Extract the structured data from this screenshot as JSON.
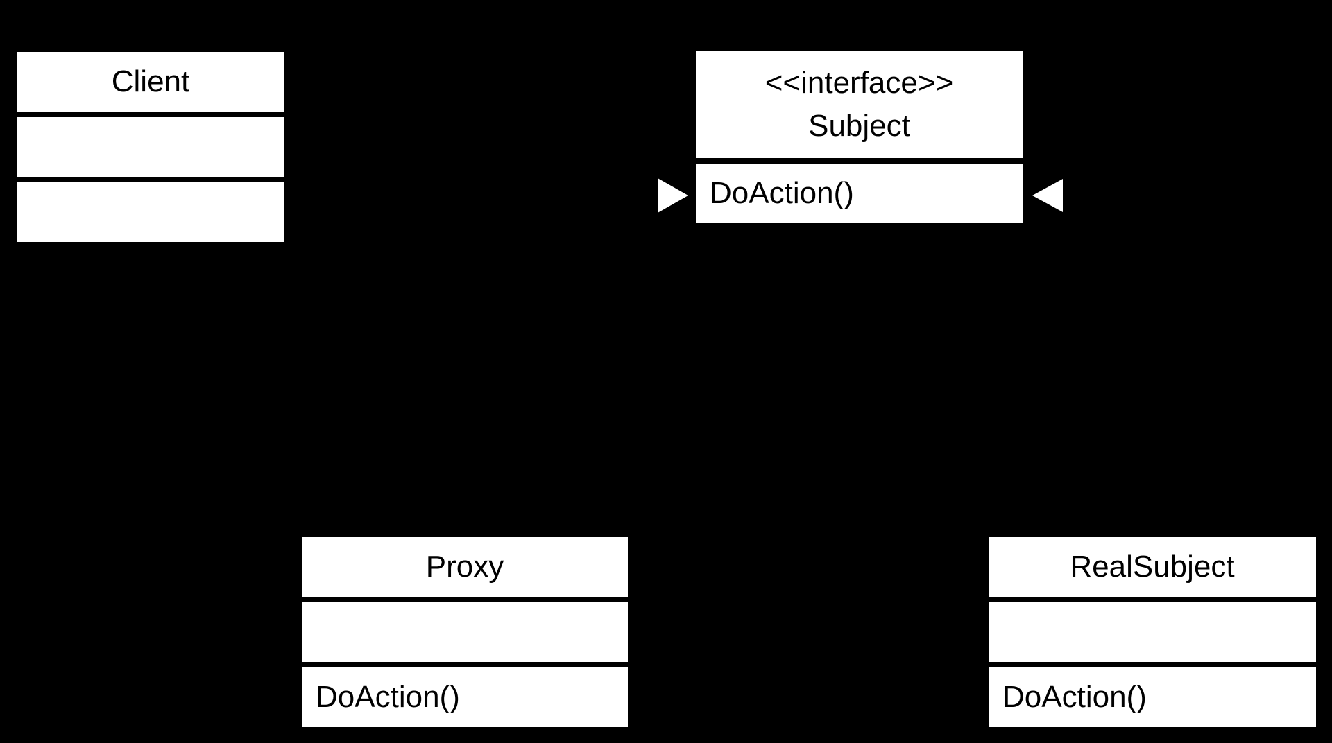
{
  "diagram": {
    "kind": "uml-class-diagram",
    "pattern": "Proxy",
    "colors": {
      "background": "#000000",
      "box_fill": "#ffffff",
      "box_border": "#000000",
      "text": "#000000",
      "arrowhead_fill": "#ffffff"
    },
    "classes": {
      "client": {
        "name": "Client",
        "attributes": "",
        "methods": ""
      },
      "subject": {
        "stereotype": "<<interface>>",
        "name": "Subject",
        "methods": "DoAction()"
      },
      "proxy": {
        "name": "Proxy",
        "attributes": "",
        "methods": "DoAction()"
      },
      "realsubject": {
        "name": "RealSubject",
        "attributes": "",
        "methods": "DoAction()"
      }
    },
    "arrowheads": {
      "left": {
        "name": "realization-arrowhead-left",
        "direction": "points-right-into-subject",
        "fill": "#ffffff"
      },
      "right": {
        "name": "realization-arrowhead-right",
        "direction": "points-left-into-subject",
        "fill": "#ffffff"
      }
    }
  }
}
